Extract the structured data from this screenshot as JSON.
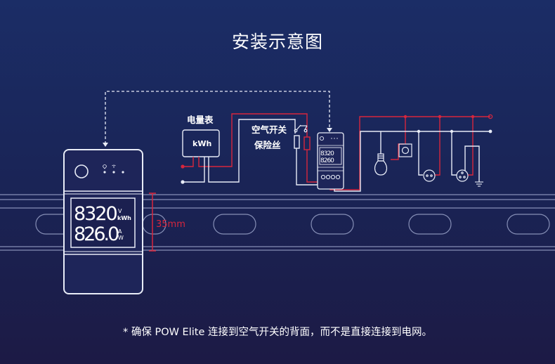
{
  "title": "安装示意图",
  "footnote": "* 确保 POW Elite 连接到空气开关的背面，而不是直接连接到电网。",
  "colors": {
    "background_top": "#1b2d66",
    "background_bottom": "#1c1a45",
    "line_white": "#e8ecf7",
    "line_red": "#d7263d"
  },
  "labels": {
    "energy_meter": "电量表",
    "energy_meter_unit": "kWh",
    "air_switch": "空气开关",
    "fuse": "保险丝",
    "rail_width": "35mm"
  },
  "device": {
    "name": "POW Elite",
    "display_line1_value": "8320",
    "display_line1_units": [
      "V",
      "kWh"
    ],
    "display_line2_value": "826.0",
    "display_line2_units": [
      "A",
      "W"
    ],
    "mini_line1": "8320",
    "mini_line2": "8260"
  },
  "loads": [
    "light-bulb",
    "wall-switch",
    "two-pin-socket",
    "three-pin-socket",
    "ground"
  ]
}
